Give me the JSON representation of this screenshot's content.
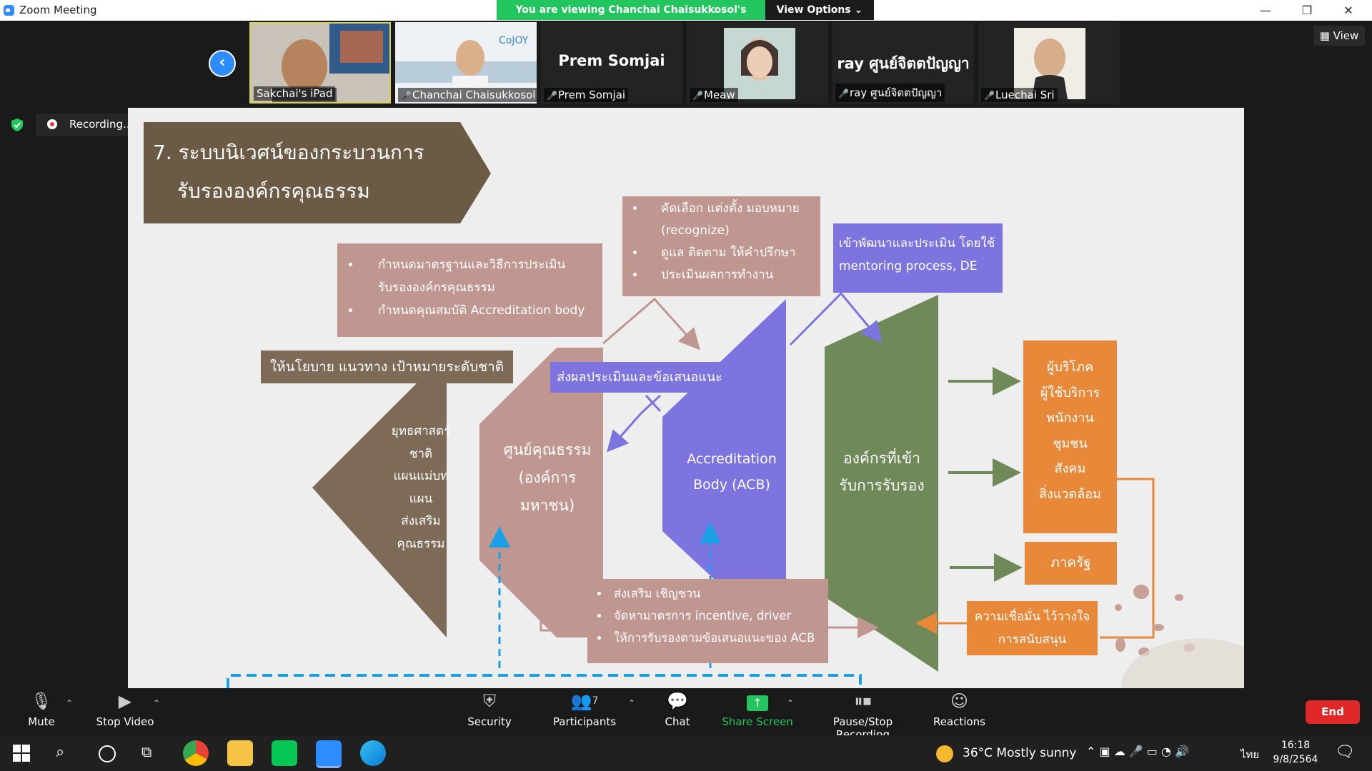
{
  "window": {
    "title": "Zoom Meeting",
    "minimize": "—",
    "restore": "❐",
    "close": "✕"
  },
  "share_banner": "You are viewing Chanchai Chaisukkosol's screen",
  "view_options": "View Options ⌄",
  "view_button": "View",
  "participants_strip": [
    {
      "name": "Sakchai's iPad",
      "has_video": true,
      "muted": false
    },
    {
      "name": "Chanchai Chaisukkosol",
      "has_video": true,
      "muted": true
    },
    {
      "name": "Prem Somjai",
      "display_name": "Prem Somjai",
      "has_video": false,
      "muted": true
    },
    {
      "name": "Meaw",
      "has_video": true,
      "muted": true
    },
    {
      "name": "ray ศูนย์จิตตปัญญา",
      "display_name": "ray ศูนย์จิตตปัญญา",
      "has_video": false,
      "muted": true
    },
    {
      "name": "Luechai Sri",
      "has_video": true,
      "muted": true
    }
  ],
  "recording": {
    "label": "Recording...",
    "pause_icon": "❚❚"
  },
  "slide": {
    "title_line1": "7. ระบบนิเวศน์ของกระบวนการ",
    "title_line2": "รับรององค์กรคุณธรรม",
    "standards_box": [
      "กำหนดมาตรฐานและวิธีการประเมิน รับรององค์กรคุณธรรม",
      "กำหนดคุณสมบัติ Accreditation body"
    ],
    "policy_box": "ให้นโยบาย แนวทาง เป้าหมายระดับชาติ",
    "strategy_lines": [
      "ยุทธศาสตร์",
      "ชาติ",
      "แผนแม่บท",
      "แผน",
      "ส่งเสริม",
      "คุณธรรม"
    ],
    "center_box": [
      "คัดเลือก แต่งตั้ง มอบหมาย (recognize)",
      "ดูแล ติดตาม ให้คำปรึกษา",
      "ประเมินผลการทำงาน"
    ],
    "mentoring_box": "เข้าพัฒนาและประเมิน โดยใช้ mentoring process, DE",
    "results_box": "ส่งผลประเมินและข้อเสนอแนะ",
    "moral_center": [
      "ศูนย์คุณธรรม",
      "(องค์การ",
      "มหาชน)"
    ],
    "acb": [
      "Accreditation",
      "Body (ACB)"
    ],
    "organization": [
      "องค์กรที่เข้า",
      "รับการรับรอง"
    ],
    "stakeholders": [
      "ผู้บริโภค",
      "ผู้ใช้บริการ",
      "พนักงาน",
      "ชุมชน",
      "สังคม",
      "สิ่งแวดล้อม"
    ],
    "government": "ภาครัฐ",
    "trust_box": [
      "ความเชื่อมั่น ไว้วางใจ",
      "การสนับสนุน"
    ],
    "promote_box": [
      "ส่งเสริม เชิญชวน",
      "จัดหามาตรการ incentive, driver",
      "ให้การรับรองตามข้อเสนอแนะของ ACB"
    ],
    "colors": {
      "brown": "#6b5b45",
      "taupe": "#7d6b58",
      "rose": "#c09690",
      "purple": "#7e74e0",
      "green": "#6f8a58",
      "orange": "#e8893a"
    }
  },
  "toolbar": {
    "mute": "Mute",
    "stop_video": "Stop Video",
    "security": "Security",
    "participants": "Participants",
    "participants_count": "7",
    "chat": "Chat",
    "share_screen": "Share Screen",
    "pause_recording": "Pause/Stop Recording",
    "reactions": "Reactions",
    "end": "End"
  },
  "taskbar": {
    "weather": "36°C  Mostly sunny",
    "language": "ไทย",
    "time": "16:18",
    "date": "9/8/2564"
  }
}
